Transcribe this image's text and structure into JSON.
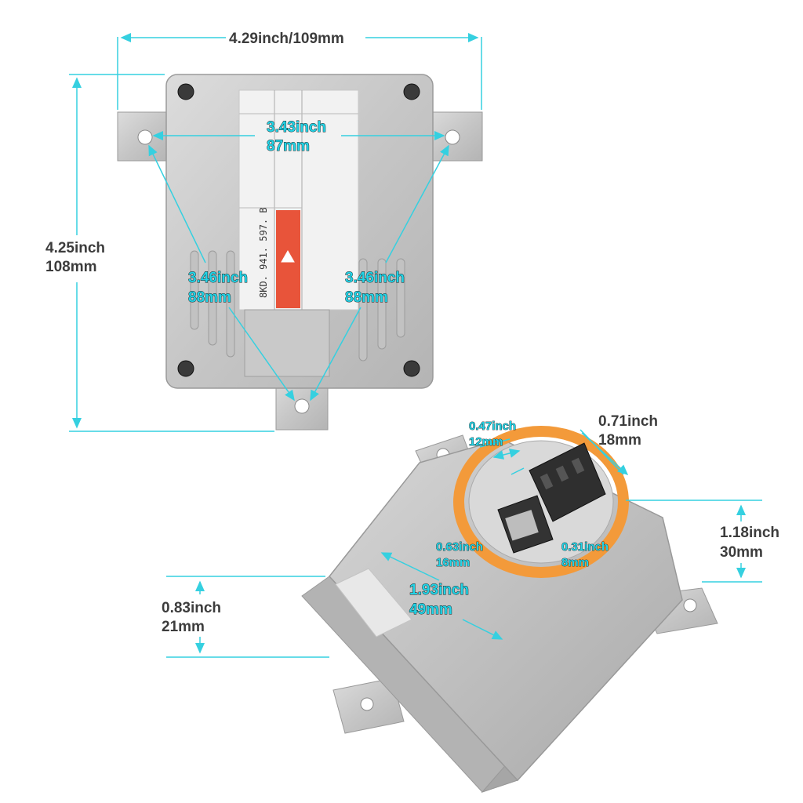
{
  "dimensions": {
    "overall_width": "4.29inch/109mm",
    "overall_height": {
      "inch": "4.25inch",
      "mm": "108mm"
    },
    "hole_spacing_top": {
      "inch": "3.43inch",
      "mm": "87mm"
    },
    "hole_spacing_left": {
      "inch": "3.46inch",
      "mm": "88mm"
    },
    "hole_spacing_right": {
      "inch": "3.46inch",
      "mm": "88mm"
    },
    "connector_small_width": {
      "inch": "0.47inch",
      "mm": "12mm"
    },
    "connector_large_width": {
      "inch": "0.71inch",
      "mm": "18mm"
    },
    "connector_small_depth": {
      "inch": "0.63inch",
      "mm": "16mm"
    },
    "connector_gap": {
      "inch": "0.31inch",
      "mm": "8mm"
    },
    "socket_height": {
      "inch": "1.18inch",
      "mm": "30mm"
    },
    "socket_diameter": {
      "inch": "1.93inch",
      "mm": "49mm"
    },
    "body_height": {
      "inch": "0.83inch",
      "mm": "21mm"
    }
  },
  "label": {
    "part_number": "8KD. 941. 597. B",
    "warning_symbol": "warning-triangle"
  },
  "colors": {
    "dimension_line": "#35d0e0",
    "label_red": "#e8543a",
    "orange_ring": "#f39a3a"
  }
}
